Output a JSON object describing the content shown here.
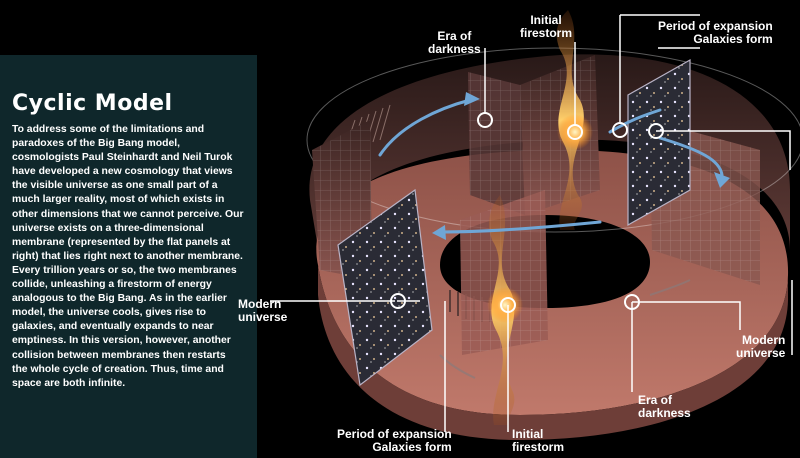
{
  "sidebar": {
    "title": "Cyclic Model",
    "body": "To address some of the limitations and paradoxes of the Big Bang model, cosmologists Paul Steinhardt and Neil Turok have developed a new cosmology that views the visible universe as one small part of a much larger reality, most of which exists in other dimensions that we cannot perceive. Our universe exists on a three-dimensional membrane (represented by the flat panels at right) that lies right next to another membrane. Every trillion years or so, the two membranes collide, unleashing a firestorm of energy analogous to the Big Bang. As in the earlier model, the universe cools, gives rise to galaxies, and eventually expands to near emptiness. In this version, however, another collision between membranes then restarts the whole cycle of creation. Thus, time and space are both infinite."
  },
  "labels": {
    "era_top": [
      "Era of",
      "darkness"
    ],
    "firestorm_top": [
      "Initial",
      "firestorm"
    ],
    "expansion_top": [
      "Period of expansion",
      "Galaxies form"
    ],
    "modern_left": [
      "Modern",
      "universe"
    ],
    "modern_right": [
      "Modern",
      "universe"
    ],
    "era_bottom": [
      "Era of",
      "darkness"
    ],
    "expansion_bottom": [
      "Period of expansion",
      "Galaxies form"
    ],
    "firestorm_bottom": [
      "Initial",
      "firestorm"
    ]
  },
  "colors": {
    "panel_bg": "#0f272b",
    "ring_floor": "#b06a5e",
    "wall": "#7a4a44",
    "arrow": "#6fa6d6",
    "fire": "#f2a23a"
  }
}
